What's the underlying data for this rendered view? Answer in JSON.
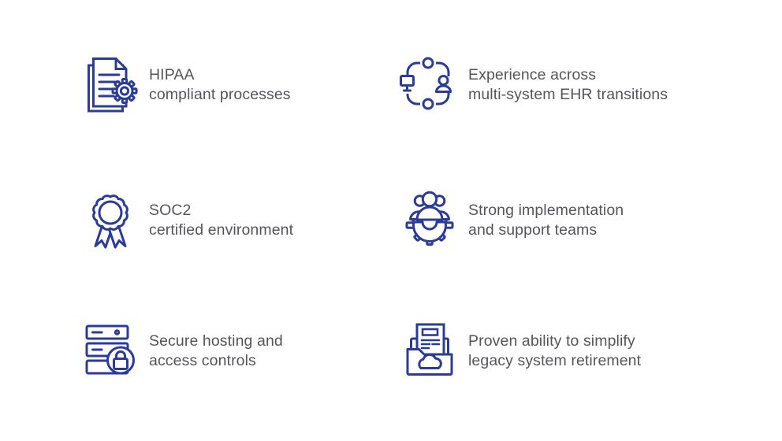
{
  "page": {
    "kind": "benefits-grid",
    "background": "#ffffff"
  },
  "theme": {
    "icon_color": "#2b3c98",
    "text_color": "#55565a"
  },
  "features": [
    {
      "icon": "document-gear-icon",
      "lines": [
        "HIPAA",
        "compliant processes"
      ]
    },
    {
      "icon": "system-cycle-icon",
      "lines": [
        "Experience across",
        "multi-system EHR transitions"
      ]
    },
    {
      "icon": "award-ribbon-icon",
      "lines": [
        "SOC2",
        "certified environment"
      ]
    },
    {
      "icon": "team-gear-icon",
      "lines": [
        "Strong implementation",
        "and support teams"
      ]
    },
    {
      "icon": "server-lock-icon",
      "lines": [
        "Secure hosting and",
        "access controls"
      ]
    },
    {
      "icon": "folder-cloud-icon",
      "lines": [
        "Proven ability to simplify",
        "legacy system retirement"
      ]
    }
  ]
}
